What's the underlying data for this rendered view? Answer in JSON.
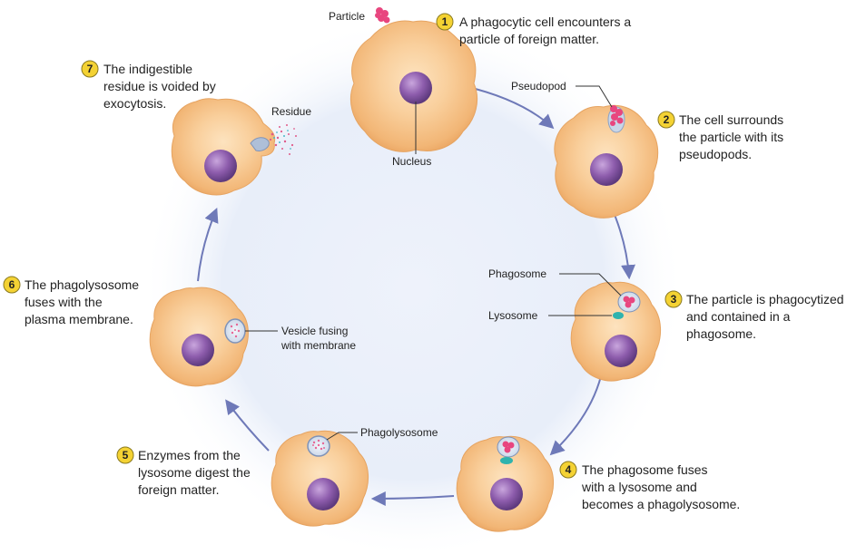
{
  "steps": [
    {
      "num": "1",
      "lines": [
        "A phagocytic cell encounters a",
        "particle of foreign matter."
      ]
    },
    {
      "num": "2",
      "lines": [
        "The cell surrounds",
        "the particle with its",
        "pseudopods."
      ]
    },
    {
      "num": "3",
      "lines": [
        "The particle is phagocytized",
        "and contained in a",
        "phagosome."
      ]
    },
    {
      "num": "4",
      "lines": [
        "The phagosome fuses",
        "with a lysosome and",
        "becomes a phagolysosome."
      ]
    },
    {
      "num": "5",
      "lines": [
        "Enzymes from the",
        "lysosome digest the",
        "foreign matter."
      ]
    },
    {
      "num": "6",
      "lines": [
        "The phagolysosome",
        "fuses with the",
        "plasma membrane."
      ]
    },
    {
      "num": "7",
      "lines": [
        "The indigestible",
        "residue is voided by",
        "exocytosis."
      ]
    }
  ],
  "labels": {
    "particle": "Particle",
    "nucleus": "Nucleus",
    "pseudopod": "Pseudopod",
    "phagosome": "Phagosome",
    "lysosome": "Lysosome",
    "phagolysosome": "Phagolysosome",
    "vesicle": [
      "Vesicle fusing",
      "with membrane"
    ],
    "residue": "Residue"
  },
  "colors": {
    "badge": "#f4d233",
    "arrow": "#6e79b8",
    "nucleus": "#8a5aa8",
    "cell": "#f7c58f",
    "particle": "#e8467f",
    "lysosome": "#2fb3ae"
  }
}
